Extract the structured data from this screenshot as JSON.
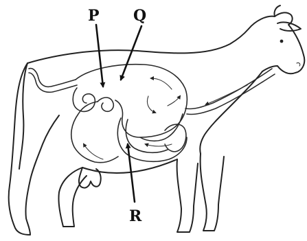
{
  "labels": {
    "p": "P",
    "q": "Q",
    "r": "R"
  },
  "colors": {
    "ink": "#222222",
    "background": "#ffffff"
  }
}
